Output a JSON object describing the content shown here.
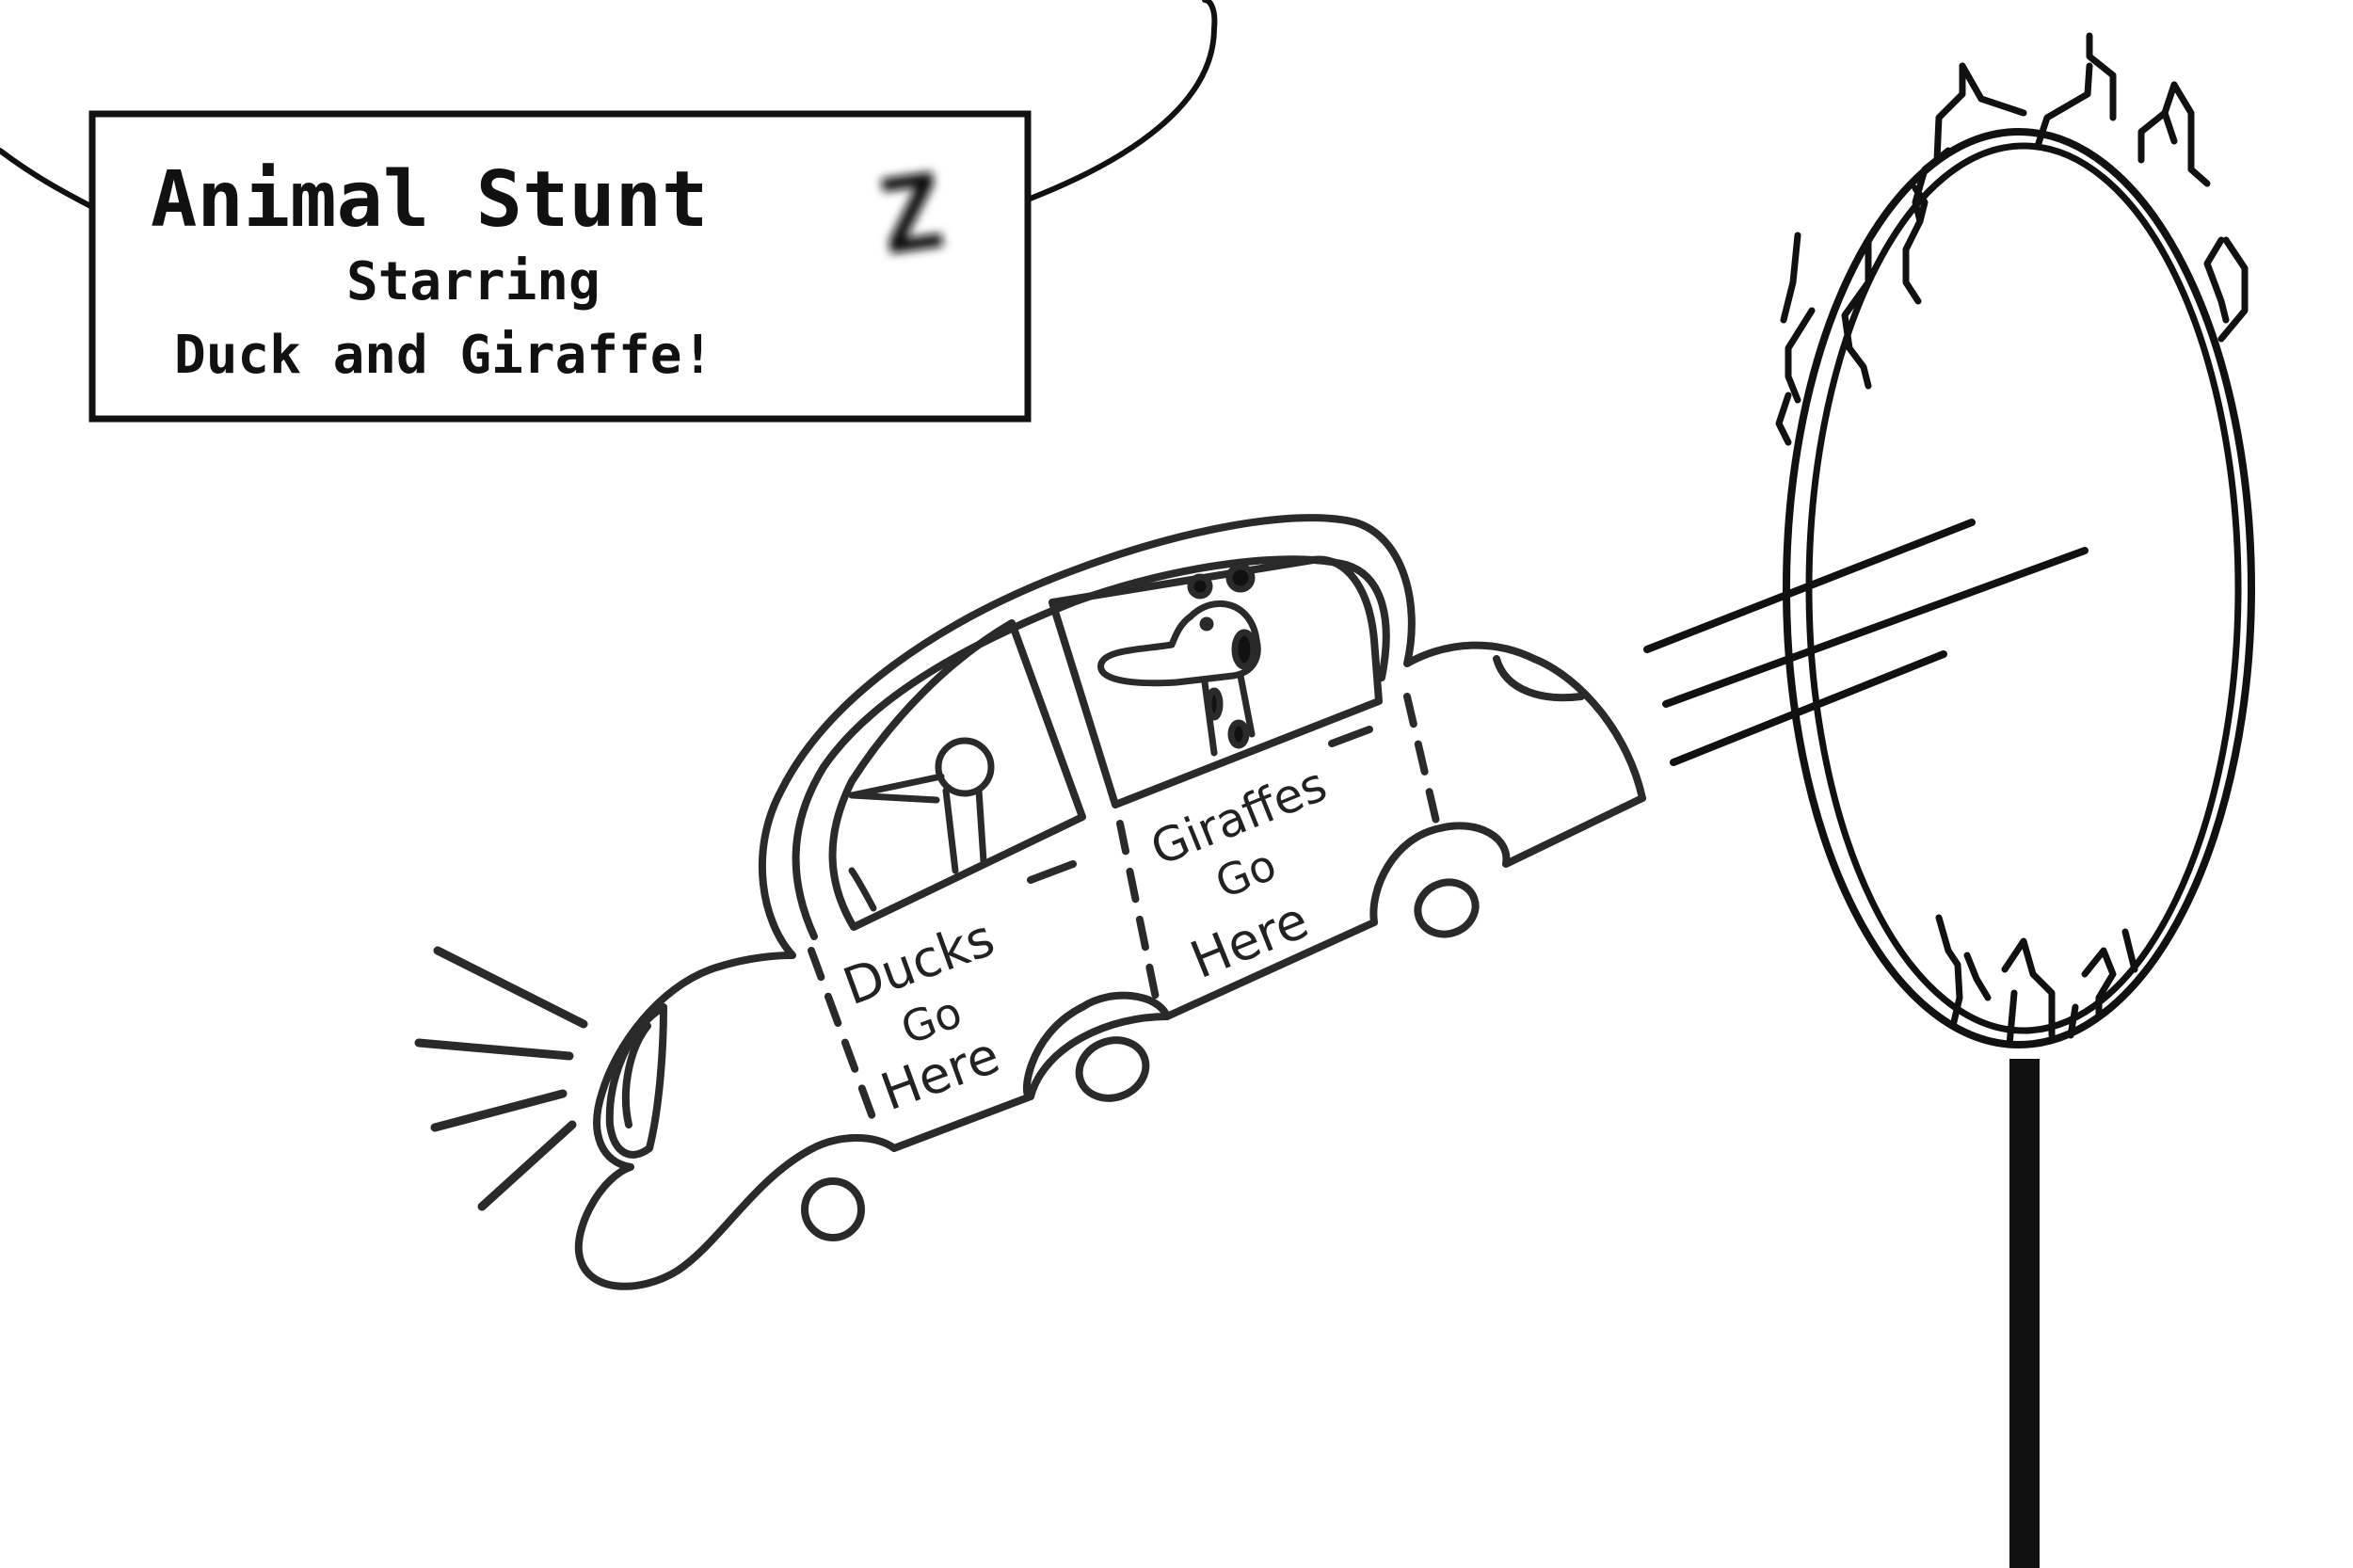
{
  "sign": {
    "title": "Animal Stunt",
    "title_z": "Z",
    "subtitle": "Starring",
    "stars": "Duck and Giraffe!"
  },
  "car": {
    "duck_door": [
      "Ducks",
      "Go",
      "Here"
    ],
    "giraffe_door": [
      "Giraffes",
      "Go",
      "Here"
    ]
  },
  "colors": {
    "ink": "#111111",
    "background": "#ffffff"
  }
}
